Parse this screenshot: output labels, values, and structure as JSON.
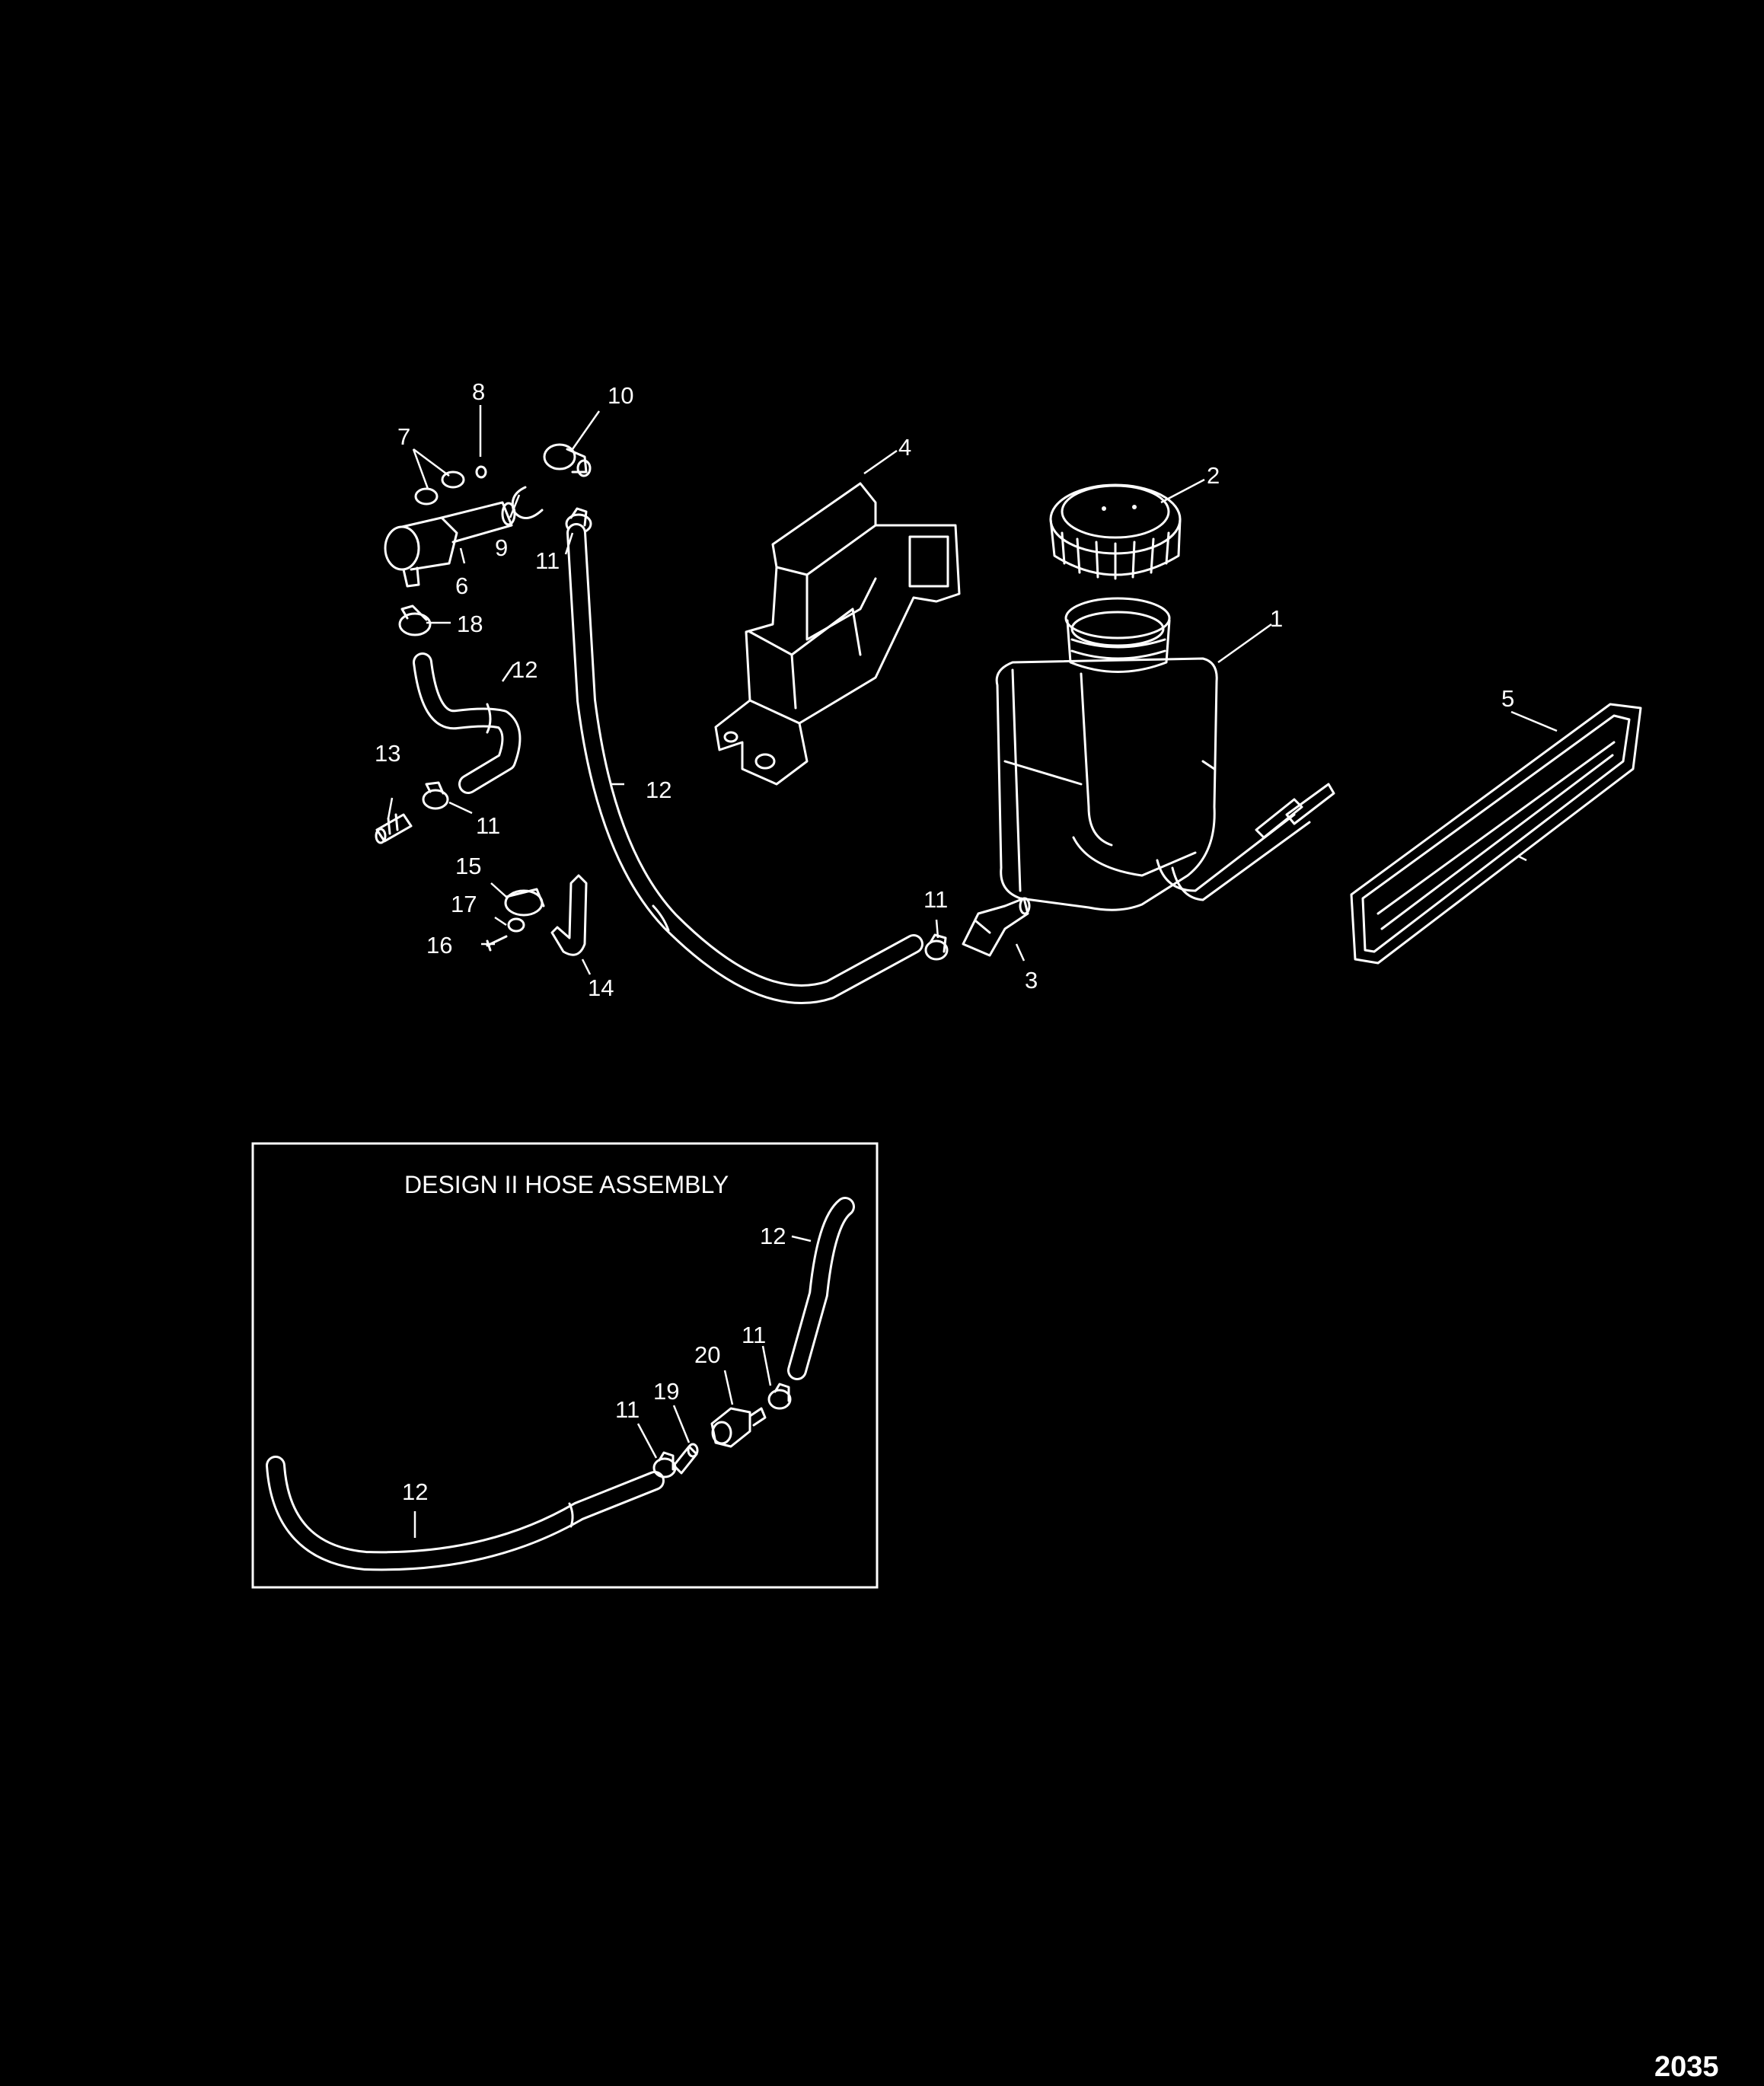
{
  "inset": {
    "title": "DESIGN II HOSE ASSEMBLY"
  },
  "figure_number": "2035",
  "callouts": {
    "c1": "1",
    "c2": "2",
    "c3": "3",
    "c4": "4",
    "c5": "5",
    "c6": "6",
    "c7": "7",
    "c8": "8",
    "c9": "9",
    "c10": "10",
    "c11a": "11",
    "c11b": "11",
    "c11c": "11",
    "c12a": "12",
    "c12b": "12",
    "c13": "13",
    "c14": "14",
    "c15": "15",
    "c16": "16",
    "c17": "17",
    "c18": "18",
    "i12a": "12",
    "i11a": "11",
    "i20": "20",
    "i19": "19",
    "i11b": "11",
    "i12b": "12"
  }
}
